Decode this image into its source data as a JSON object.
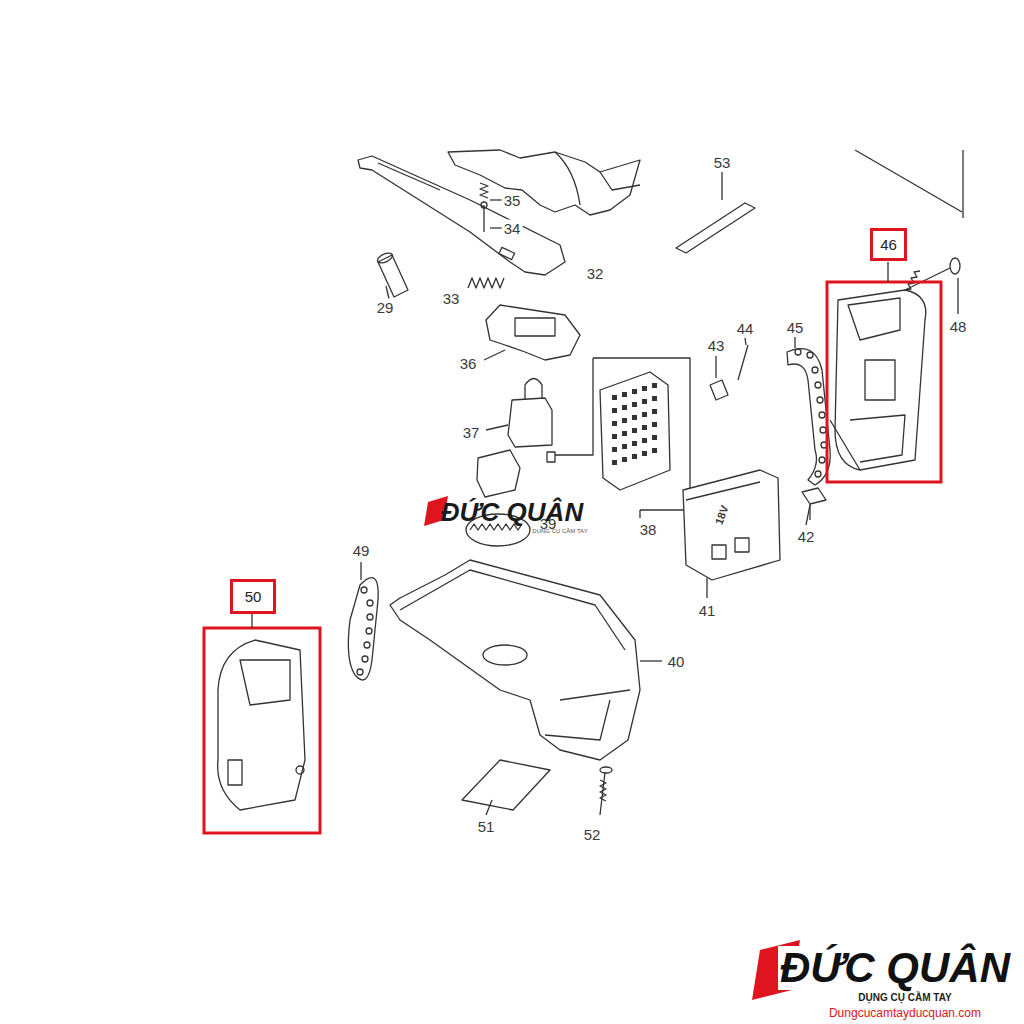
{
  "diagram": {
    "nodes": [
      {
        "text": [
          "46"
        ]
      },
      {
        "text": [
          "50"
        ]
      }
    ],
    "labels": [
      "53",
      "35",
      "34",
      "32",
      "29",
      "33",
      "36",
      "45",
      "43",
      "44",
      "48",
      "37",
      "38",
      "39",
      "42",
      "41",
      "18V",
      "49",
      "40",
      "51",
      "52",
      "ĐỨC QUÂN",
      "DỤNG CỤ CẦM TAY",
      "ĐỨC QUÂN",
      "DỤNG CỤ CẦM TAY",
      "Dungcucamtayducquan.com"
    ]
  }
}
